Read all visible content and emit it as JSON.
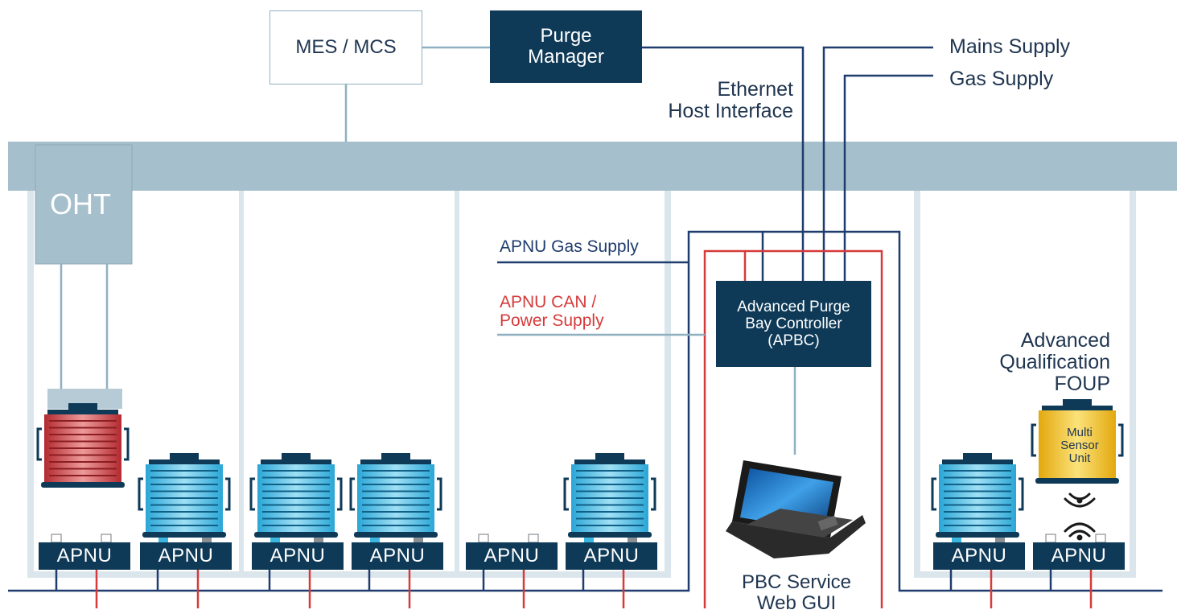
{
  "labels": {
    "mes_mcs": "MES / MCS",
    "purge_manager": [
      "Purge",
      "Manager"
    ],
    "mains_supply": "Mains Supply",
    "gas_supply": "Gas Supply",
    "ethernet": [
      "Ethernet",
      "Host Interface"
    ],
    "oht": "OHT",
    "apnu_gas_supply": "APNU Gas Supply",
    "apnu_can_power": [
      "APNU CAN /",
      "Power Supply"
    ],
    "apbc": [
      "Advanced Purge",
      "Bay Controller",
      "(APBC)"
    ],
    "aq_foup": [
      "Advanced",
      "Qualification",
      "FOUP"
    ],
    "multi_sensor": [
      "Multi",
      "Sensor",
      "Unit"
    ],
    "pbc_service": [
      "PBC Service",
      "Web GUI"
    ],
    "apnu": "APNU"
  },
  "apnu_units": [
    {
      "label": "APNU"
    },
    {
      "label": "APNU"
    },
    {
      "label": "APNU"
    },
    {
      "label": "APNU"
    },
    {
      "label": "APNU"
    },
    {
      "label": "APNU"
    },
    {
      "label": "APNU"
    },
    {
      "label": "APNU"
    }
  ],
  "colors": {
    "navy": "#0e3a58",
    "rail": "#a5bfcc",
    "line_blue": "#8fb0c0",
    "gas_line": "#1f3c6e",
    "power_line": "#d63a3a",
    "foup_blue": "#3db7df",
    "foup_red": "#c9353a",
    "foup_yellow": "#f2c21c"
  }
}
